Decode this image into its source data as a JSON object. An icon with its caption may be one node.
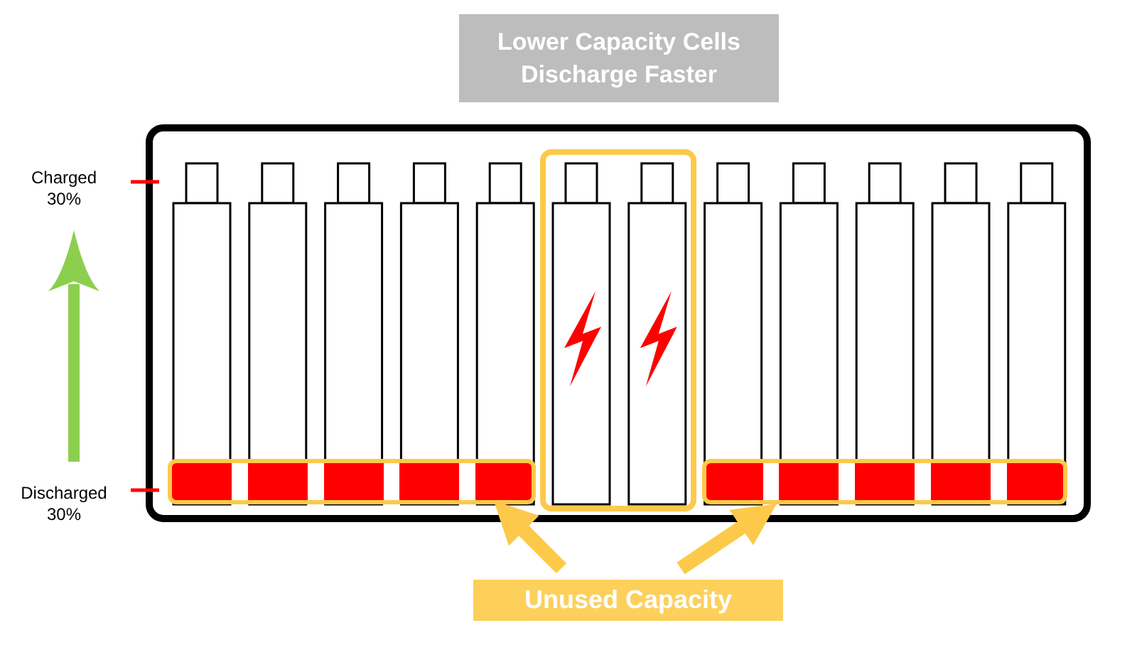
{
  "diagram": {
    "title": "Lower Capacity Cells Discharge Faster",
    "nodes": [
      {
        "text": [
          "Unused Capacity"
        ]
      },
      {
        "text": [],
        "shape": "bar"
      },
      {
        "text": [],
        "shape": "bar"
      }
    ],
    "edges": [
      {
        "from": 0,
        "to": 1,
        "arrow": "to"
      },
      {
        "from": 0,
        "to": 2,
        "arrow": "to"
      }
    ],
    "labels": [
      "Charged 30%",
      "Discharged 30%"
    ]
  }
}
